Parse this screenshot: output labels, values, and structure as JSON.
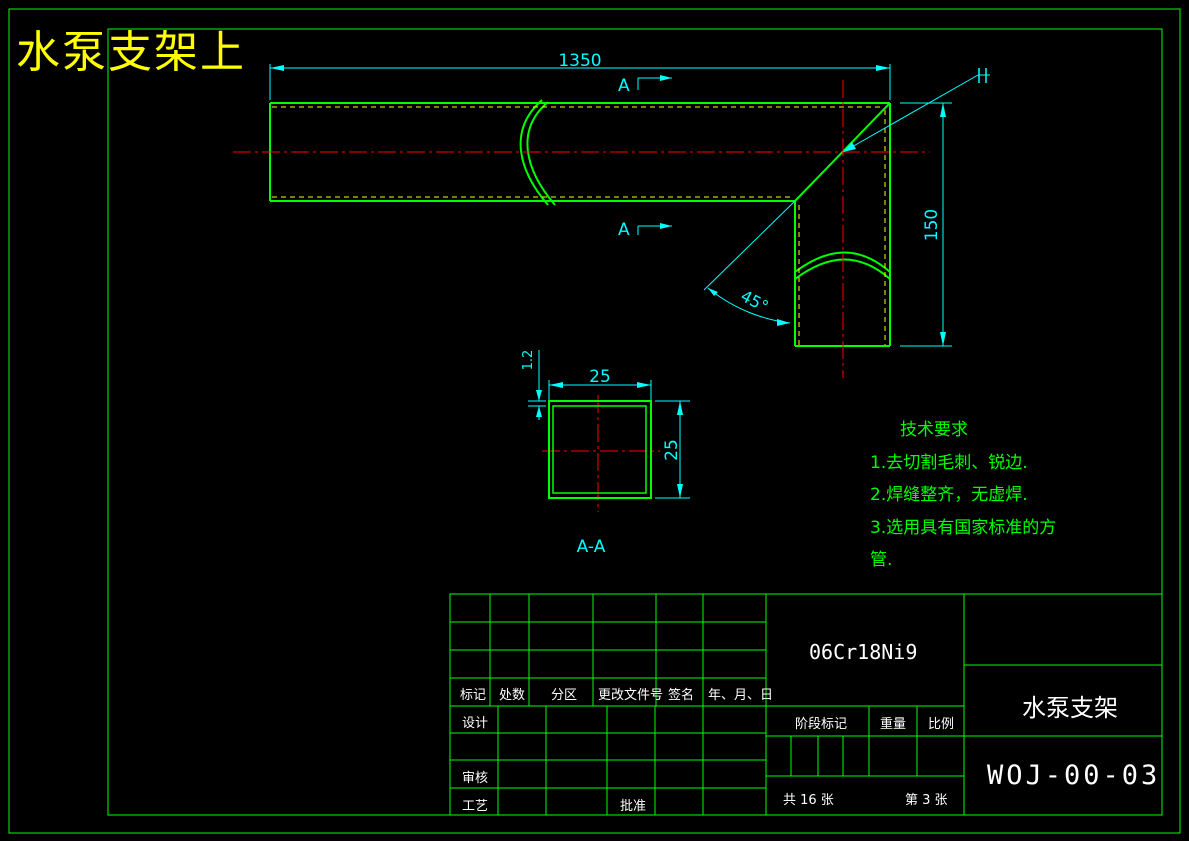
{
  "title": "水泵支架上",
  "dimensions": {
    "length": "1350",
    "height": "150",
    "angle": "45°",
    "section_width": "25",
    "section_height": "25",
    "wall": "1.2"
  },
  "section_marks": {
    "top": "A",
    "bottom": "A",
    "view_label": "A-A"
  },
  "tech_notes": {
    "heading": "技术要求",
    "items": [
      "1.去切割毛刺、锐边.",
      "2.焊缝整齐，无虚焊.",
      "3.选用具有国家标准的方",
      "管."
    ]
  },
  "title_block": {
    "headers": [
      "标记",
      "处数",
      "分区",
      "更改文件号",
      "签名",
      "年、月、日"
    ],
    "design": "设计",
    "review": "审核",
    "process": "工艺",
    "approve": "批准",
    "stage_mark": "阶段标记",
    "weight": "重量",
    "scale": "比例",
    "total_sheets": "共 16 张",
    "sheet_no": "第 3 张",
    "material": "06Cr18Ni9",
    "part_name": "水泵支架",
    "drawing_no": "WOJ-00-03"
  },
  "colors": {
    "outline": "#00ff00",
    "dimension": "#00ffff",
    "centerline": "#ff0000",
    "hidden": "#ffff00",
    "title": "#ffff00"
  }
}
